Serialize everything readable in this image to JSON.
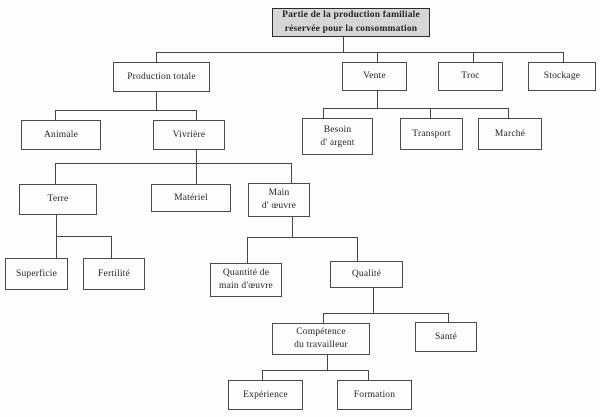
{
  "diagram": {
    "type": "tree",
    "title": "Partie de la production familiale réservée pour la consommation",
    "line_color": "#454543",
    "root_fill": "#d6d6d4",
    "box_fill": "#fdfdfb",
    "nodes": [
      {
        "id": "root",
        "label": "Partie de la production familiale\nréservée pour la consommation"
      },
      {
        "id": "production-totale",
        "label": "Production totale"
      },
      {
        "id": "vente",
        "label": "Vente"
      },
      {
        "id": "troc",
        "label": "Troc"
      },
      {
        "id": "stockage",
        "label": "Stockage"
      },
      {
        "id": "animale",
        "label": "Animale"
      },
      {
        "id": "vivriere",
        "label": "Vivrière"
      },
      {
        "id": "besoin-argent",
        "label": "Besoin\nd' argent"
      },
      {
        "id": "transport",
        "label": "Transport"
      },
      {
        "id": "marche",
        "label": "Marché"
      },
      {
        "id": "terre",
        "label": "Terre"
      },
      {
        "id": "materiel",
        "label": "Matériel"
      },
      {
        "id": "main-oeuvre",
        "label": "Main\nd' œuvre"
      },
      {
        "id": "superficie",
        "label": "Superficie"
      },
      {
        "id": "fertilite",
        "label": "Fertilité"
      },
      {
        "id": "quantite-main-oeuvre",
        "label": "Quantité de\nmain d'œuvre"
      },
      {
        "id": "qualite",
        "label": "Qualité"
      },
      {
        "id": "competence-travailleur",
        "label": "Compétence\ndu travailleur"
      },
      {
        "id": "sante",
        "label": "Santé"
      },
      {
        "id": "experience",
        "label": "Expérience"
      },
      {
        "id": "formation",
        "label": "Formation"
      }
    ],
    "edges": [
      [
        "root",
        "production-totale"
      ],
      [
        "root",
        "vente"
      ],
      [
        "root",
        "troc"
      ],
      [
        "root",
        "stockage"
      ],
      [
        "production-totale",
        "animale"
      ],
      [
        "production-totale",
        "vivriere"
      ],
      [
        "vente",
        "besoin-argent"
      ],
      [
        "vente",
        "transport"
      ],
      [
        "vente",
        "marche"
      ],
      [
        "vivriere",
        "terre"
      ],
      [
        "vivriere",
        "materiel"
      ],
      [
        "vivriere",
        "main-oeuvre"
      ],
      [
        "terre",
        "superficie"
      ],
      [
        "terre",
        "fertilite"
      ],
      [
        "main-oeuvre",
        "quantite-main-oeuvre"
      ],
      [
        "main-oeuvre",
        "qualite"
      ],
      [
        "qualite",
        "competence-travailleur"
      ],
      [
        "qualite",
        "sante"
      ],
      [
        "competence-travailleur",
        "experience"
      ],
      [
        "competence-travailleur",
        "formation"
      ]
    ]
  }
}
